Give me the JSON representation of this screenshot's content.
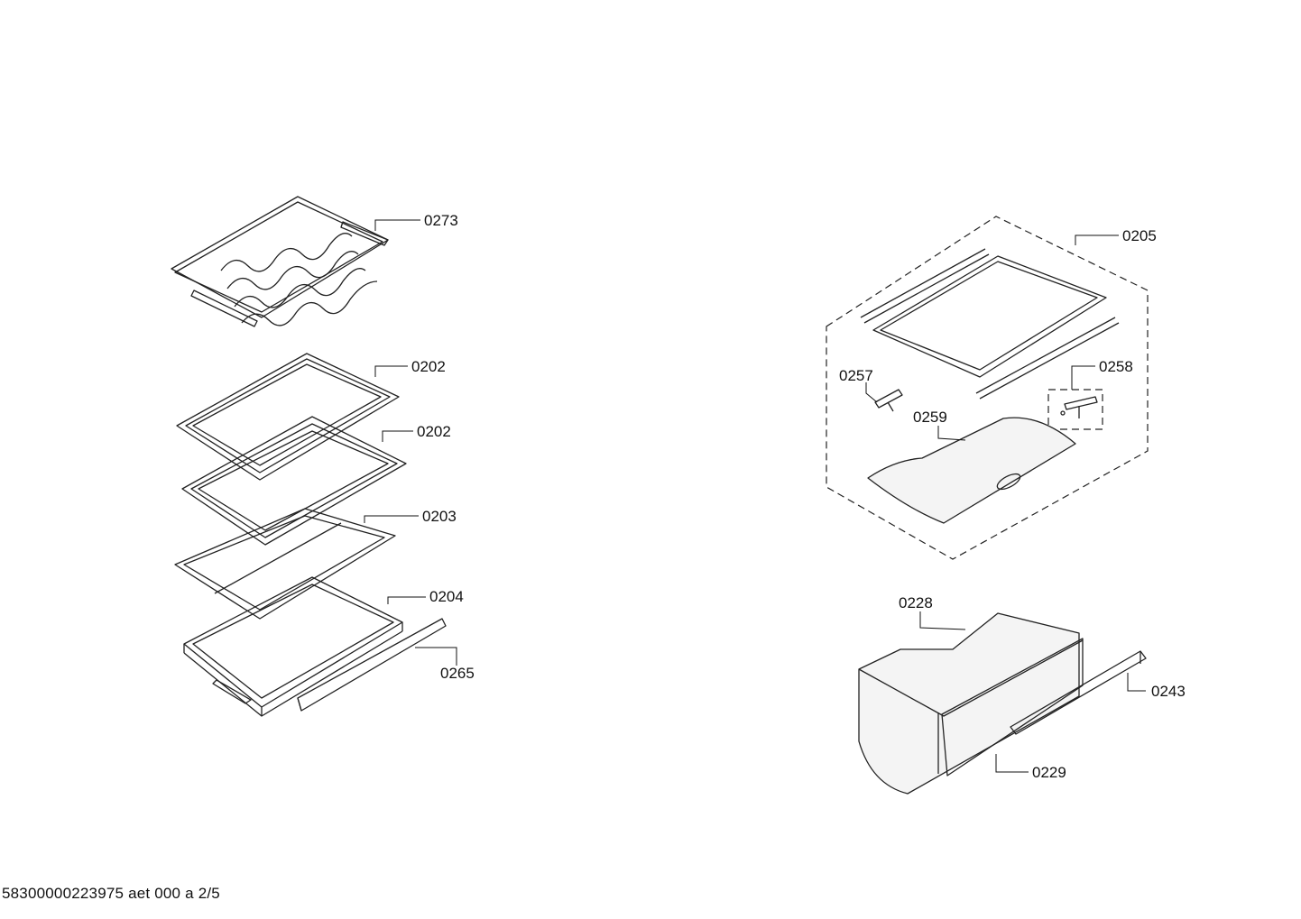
{
  "labels": {
    "l0273": "0273",
    "l0202a": "0202",
    "l0202b": "0202",
    "l0203": "0203",
    "l0204": "0204",
    "l0265": "0265",
    "l0205": "0205",
    "l0257": "0257",
    "l0258": "0258",
    "l0259": "0259",
    "l0228": "0228",
    "l0243": "0243",
    "l0229": "0229"
  },
  "footer": "58300000223975 aet 000 a 2/5"
}
